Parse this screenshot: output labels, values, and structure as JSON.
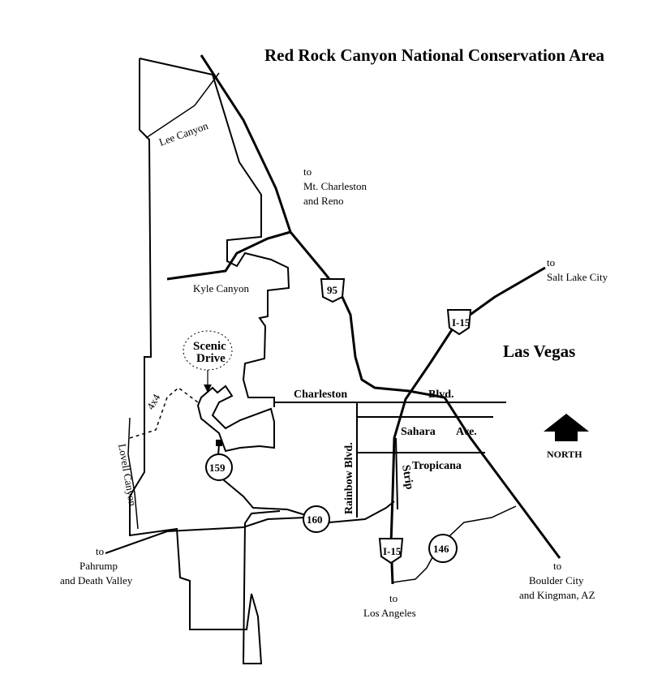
{
  "title": "Red Rock Canyon National Conservation Area",
  "city": "Las Vegas",
  "north_label": "NORTH",
  "places": {
    "lee_canyon": "Lee Canyon",
    "kyle_canyon": "Kyle Canyon",
    "lovell_canyon": "Lovell Canyon",
    "scenic_drive_1": "Scenic",
    "scenic_drive_2": "Drive",
    "four_by_four": "4x4"
  },
  "roads": {
    "charleston": "Charleston",
    "blvd": "Blvd.",
    "sahara": "Sahara",
    "ave": "Ave.",
    "tropicana": "Tropicana",
    "rainbow": "Rainbow Blvd.",
    "strip": "Strip"
  },
  "shields": {
    "us95": "95",
    "i15_north": "15",
    "i15_south": "15",
    "i15_prefix": "I-",
    "nv159": "159",
    "nv160": "160",
    "nv146": "146"
  },
  "destinations": {
    "charleston_reno": [
      "to",
      "Mt. Charleston",
      "and Reno"
    ],
    "slc": [
      "to",
      "Salt Lake City"
    ],
    "pahrump": [
      "to",
      "Pahrump",
      "and Death Valley"
    ],
    "la": [
      "to",
      "Los Angeles"
    ],
    "boulder": [
      "to",
      "Boulder City",
      "and Kingman, AZ"
    ]
  }
}
